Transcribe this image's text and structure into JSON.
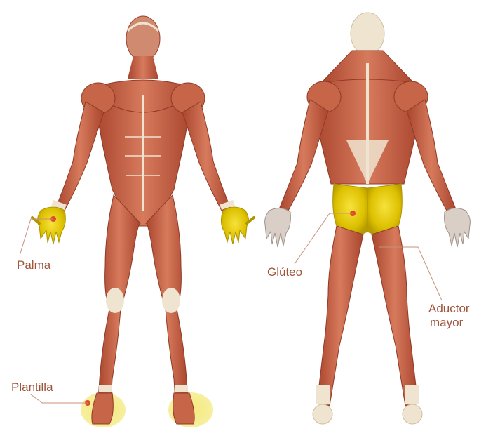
{
  "labels": {
    "palma": "Palma",
    "gluteo": "Glúteo",
    "aductor_line1": "Aductor",
    "aductor_line2": "mayor",
    "plantilla": "Plantilla"
  },
  "colors": {
    "label_text": "#a0543a",
    "leader_line": "#c9907a",
    "muscle": "#c8644a",
    "muscle_dark": "#9c3f2a",
    "tendon": "#efe4cf",
    "highlight": "#e6c800",
    "highlight_glow": "#f6ec8a",
    "marker": "#e04a2a",
    "background": "#ffffff"
  }
}
